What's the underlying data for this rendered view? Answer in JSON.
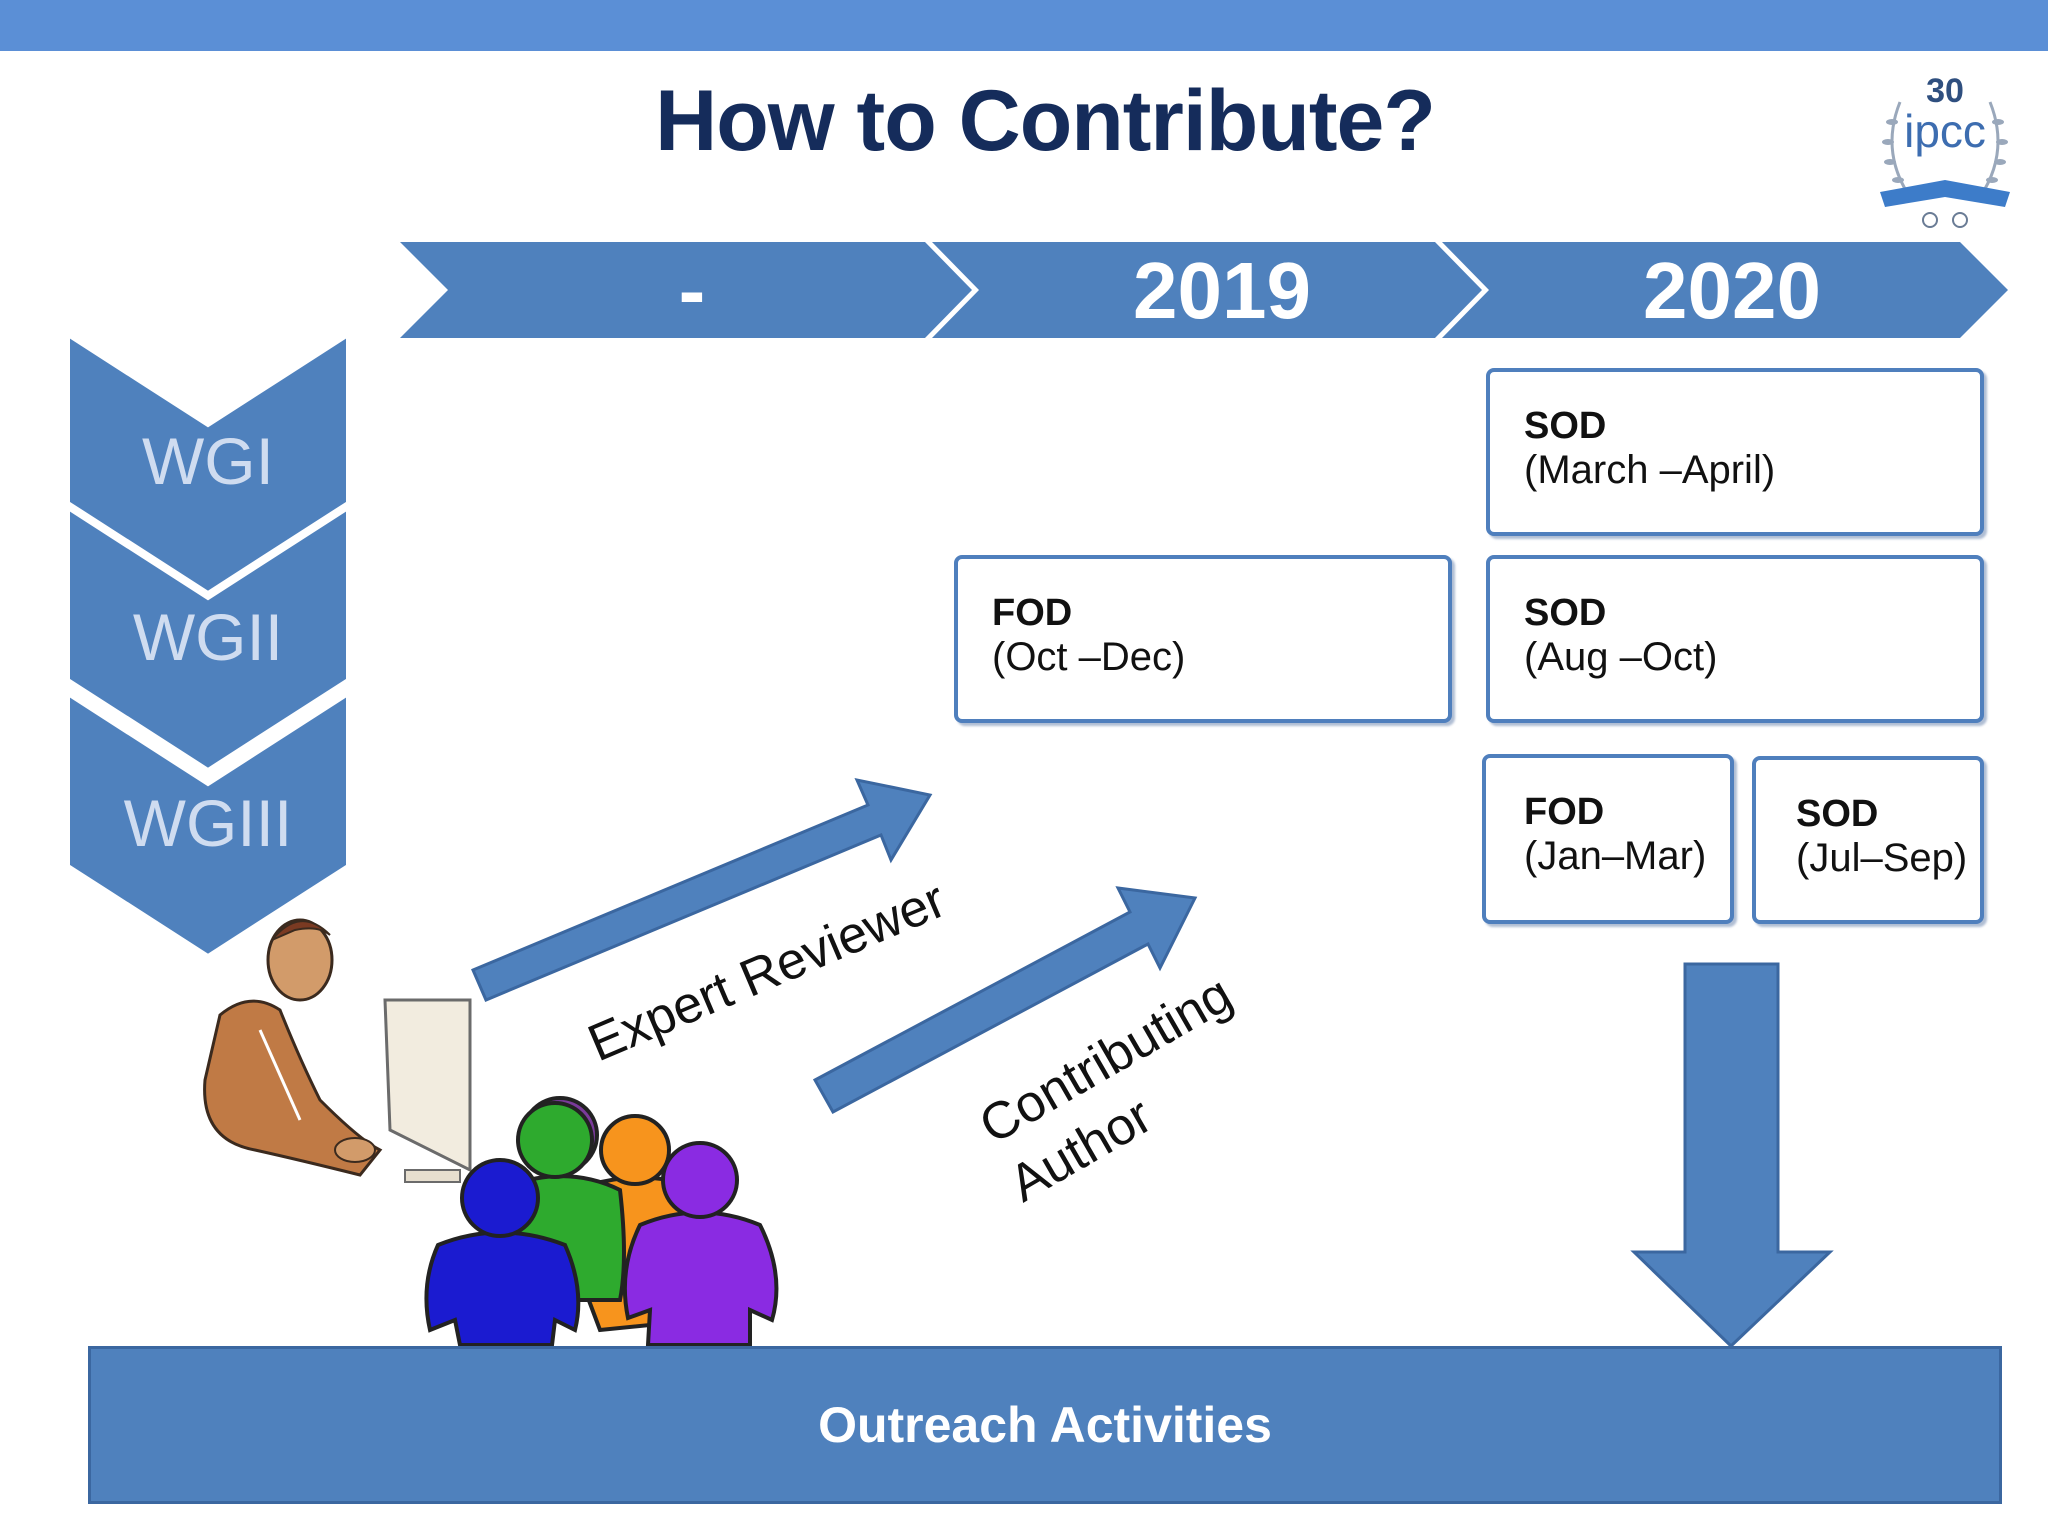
{
  "title": "How to Contribute?",
  "logo": {
    "number": "30",
    "text": "ipcc"
  },
  "timeline": [
    "-",
    "2019",
    "2020"
  ],
  "working_groups": [
    "WGI",
    "WGII",
    "WGIII"
  ],
  "boxes": [
    {
      "id": "wg1-sod-2020",
      "kind": "SOD",
      "period": "(March –April)"
    },
    {
      "id": "wg2-fod-2019",
      "kind": "FOD",
      "period": "(Oct –Dec)"
    },
    {
      "id": "wg2-sod-2020",
      "kind": "SOD",
      "period": "(Aug –Oct)"
    },
    {
      "id": "wg3-fod-2020",
      "kind": "FOD",
      "period": "(Jan–Mar)"
    },
    {
      "id": "wg3-sod-2020",
      "kind": "SOD",
      "period": "(Jul–Sep)"
    }
  ],
  "arrows": {
    "expert_reviewer": "Expert Reviewer",
    "contributing": "Contributing",
    "author": "Author"
  },
  "outreach": "Outreach Activities",
  "colors": {
    "banner": "#5b8fd6",
    "shape_fill": "#4f81bd",
    "title": "#152c5b"
  }
}
